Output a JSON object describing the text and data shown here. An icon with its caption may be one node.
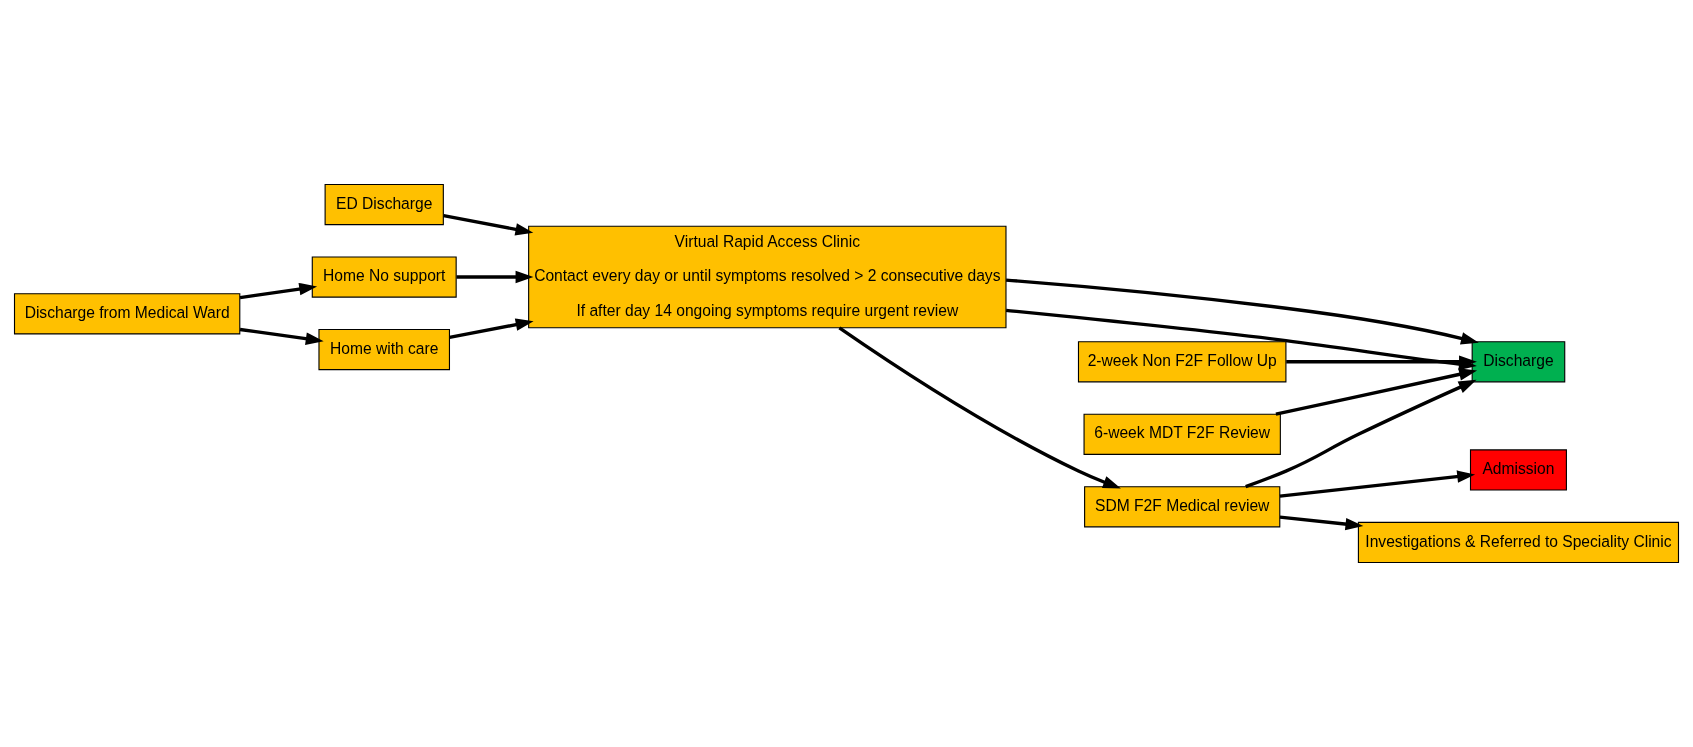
{
  "diagram": {
    "nodes": [
      {
        "text": [
          "ED Discharge"
        ]
      },
      {
        "text": [
          "Virtual Rapid Access Clinic",
          "Contact every day or until symptoms resolved > 2 consecutive days",
          "If after day 14 ongoing symptoms require urgent review"
        ]
      },
      {
        "text": [
          "Discharge"
        ]
      },
      {
        "text": [
          "Discharge from Medical Ward"
        ]
      },
      {
        "text": [
          "Home No support"
        ]
      },
      {
        "text": [
          "Home with care"
        ]
      },
      {
        "text": [
          "2-week Non F2F Follow Up"
        ]
      },
      {
        "text": [
          "6-week MDT F2F Review"
        ]
      },
      {
        "text": [
          "SDM F2F Medical review"
        ]
      },
      {
        "text": [
          "Admission"
        ]
      },
      {
        "text": [
          "Investigations & Referred to Speciality Clinic"
        ]
      }
    ],
    "edges": [
      {
        "from": 0,
        "to": 1,
        "arrow": "to"
      },
      {
        "from": 3,
        "to": 4,
        "arrow": "to"
      },
      {
        "from": 3,
        "to": 5,
        "arrow": "to"
      },
      {
        "from": 4,
        "to": 1,
        "arrow": "to"
      },
      {
        "from": 5,
        "to": 1,
        "arrow": "to"
      },
      {
        "from": 1,
        "to": 2,
        "arrow": "to"
      },
      {
        "from": 1,
        "to": 2,
        "arrow": "to"
      },
      {
        "from": 1,
        "to": 8,
        "arrow": "to"
      },
      {
        "from": 6,
        "to": 2,
        "arrow": "to"
      },
      {
        "from": 7,
        "to": 2,
        "arrow": "to"
      },
      {
        "from": 8,
        "to": 2,
        "arrow": "to"
      },
      {
        "from": 8,
        "to": 9,
        "arrow": "to"
      },
      {
        "from": 8,
        "to": 10,
        "arrow": "to"
      }
    ]
  }
}
